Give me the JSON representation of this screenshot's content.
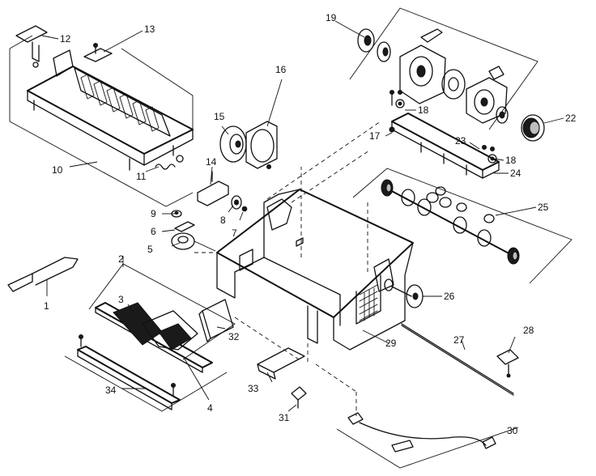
{
  "labels": {
    "l1": "1",
    "l2": "2",
    "l3": "3",
    "l4": "4",
    "l5": "5",
    "l6": "6",
    "l7": "7",
    "l8": "8",
    "l9": "9",
    "l10": "10",
    "l11": "11",
    "l12": "12",
    "l13": "13",
    "l14": "14",
    "l15": "15",
    "l16": "16",
    "l17": "17",
    "l18a": "18",
    "l18b": "18",
    "l19": "19",
    "l22": "22",
    "l23": "23",
    "l24": "24",
    "l25": "25",
    "l26": "26",
    "l27": "27",
    "l28": "28",
    "l29": "29",
    "l30": "30",
    "l31": "31",
    "l32": "32",
    "l33": "33",
    "l34": "34"
  }
}
